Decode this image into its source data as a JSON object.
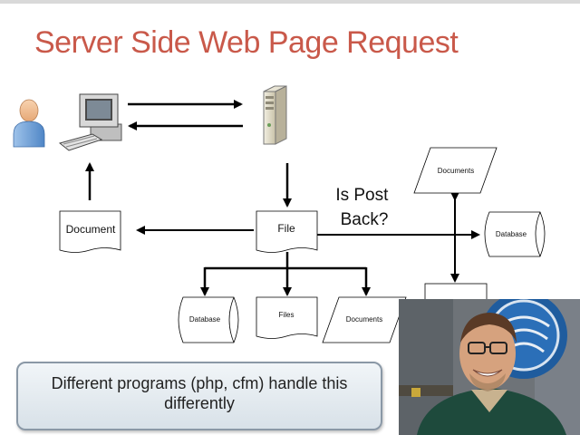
{
  "slide": {
    "title": "Server Side Web Page Request",
    "callout": "Different programs (php, cfm) handle this differently"
  },
  "diagram": {
    "icons": [
      "user-icon",
      "client-computer-icon",
      "server-tower-icon"
    ],
    "shapes": {
      "document": "Document",
      "file": "File",
      "question": "Is Post Back?",
      "documents_top": "Documents",
      "database_right": "Database",
      "database_bottom": "Database",
      "files_bottom": "Files",
      "documents_bottom": "Documents"
    }
  },
  "video_overlay": {
    "colors": {
      "background": "#6d7276",
      "shirt": "#1e4a3c",
      "emblem": "#1f5c9e"
    }
  },
  "colors": {
    "title": "#c9594a",
    "callout_border": "#8a98a6"
  }
}
